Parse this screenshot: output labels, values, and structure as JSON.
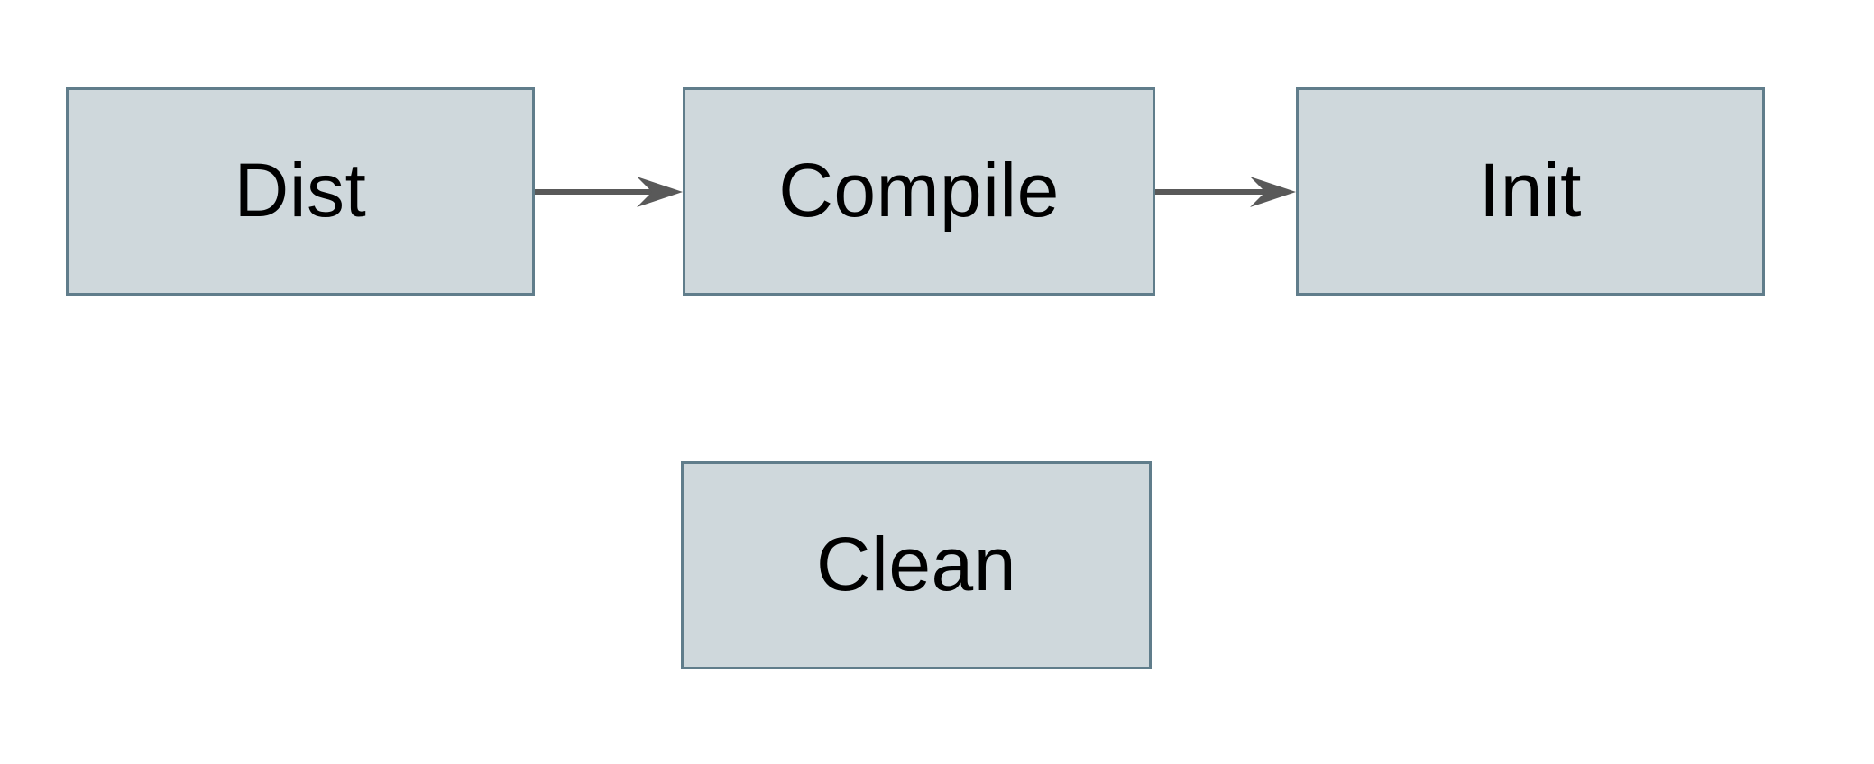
{
  "diagram": {
    "colors": {
      "canvas_bg": "#ffffff",
      "node_fill": "#cfd8dc",
      "node_border": "#607d8b",
      "arrow_color": "#595959",
      "text_color": "#000000"
    },
    "nodes": [
      {
        "id": "dist",
        "label": "Dist"
      },
      {
        "id": "compile",
        "label": "Compile"
      },
      {
        "id": "init",
        "label": "Init"
      },
      {
        "id": "clean",
        "label": "Clean"
      }
    ],
    "edges": [
      {
        "from": "dist",
        "to": "compile"
      },
      {
        "from": "compile",
        "to": "init"
      }
    ]
  }
}
